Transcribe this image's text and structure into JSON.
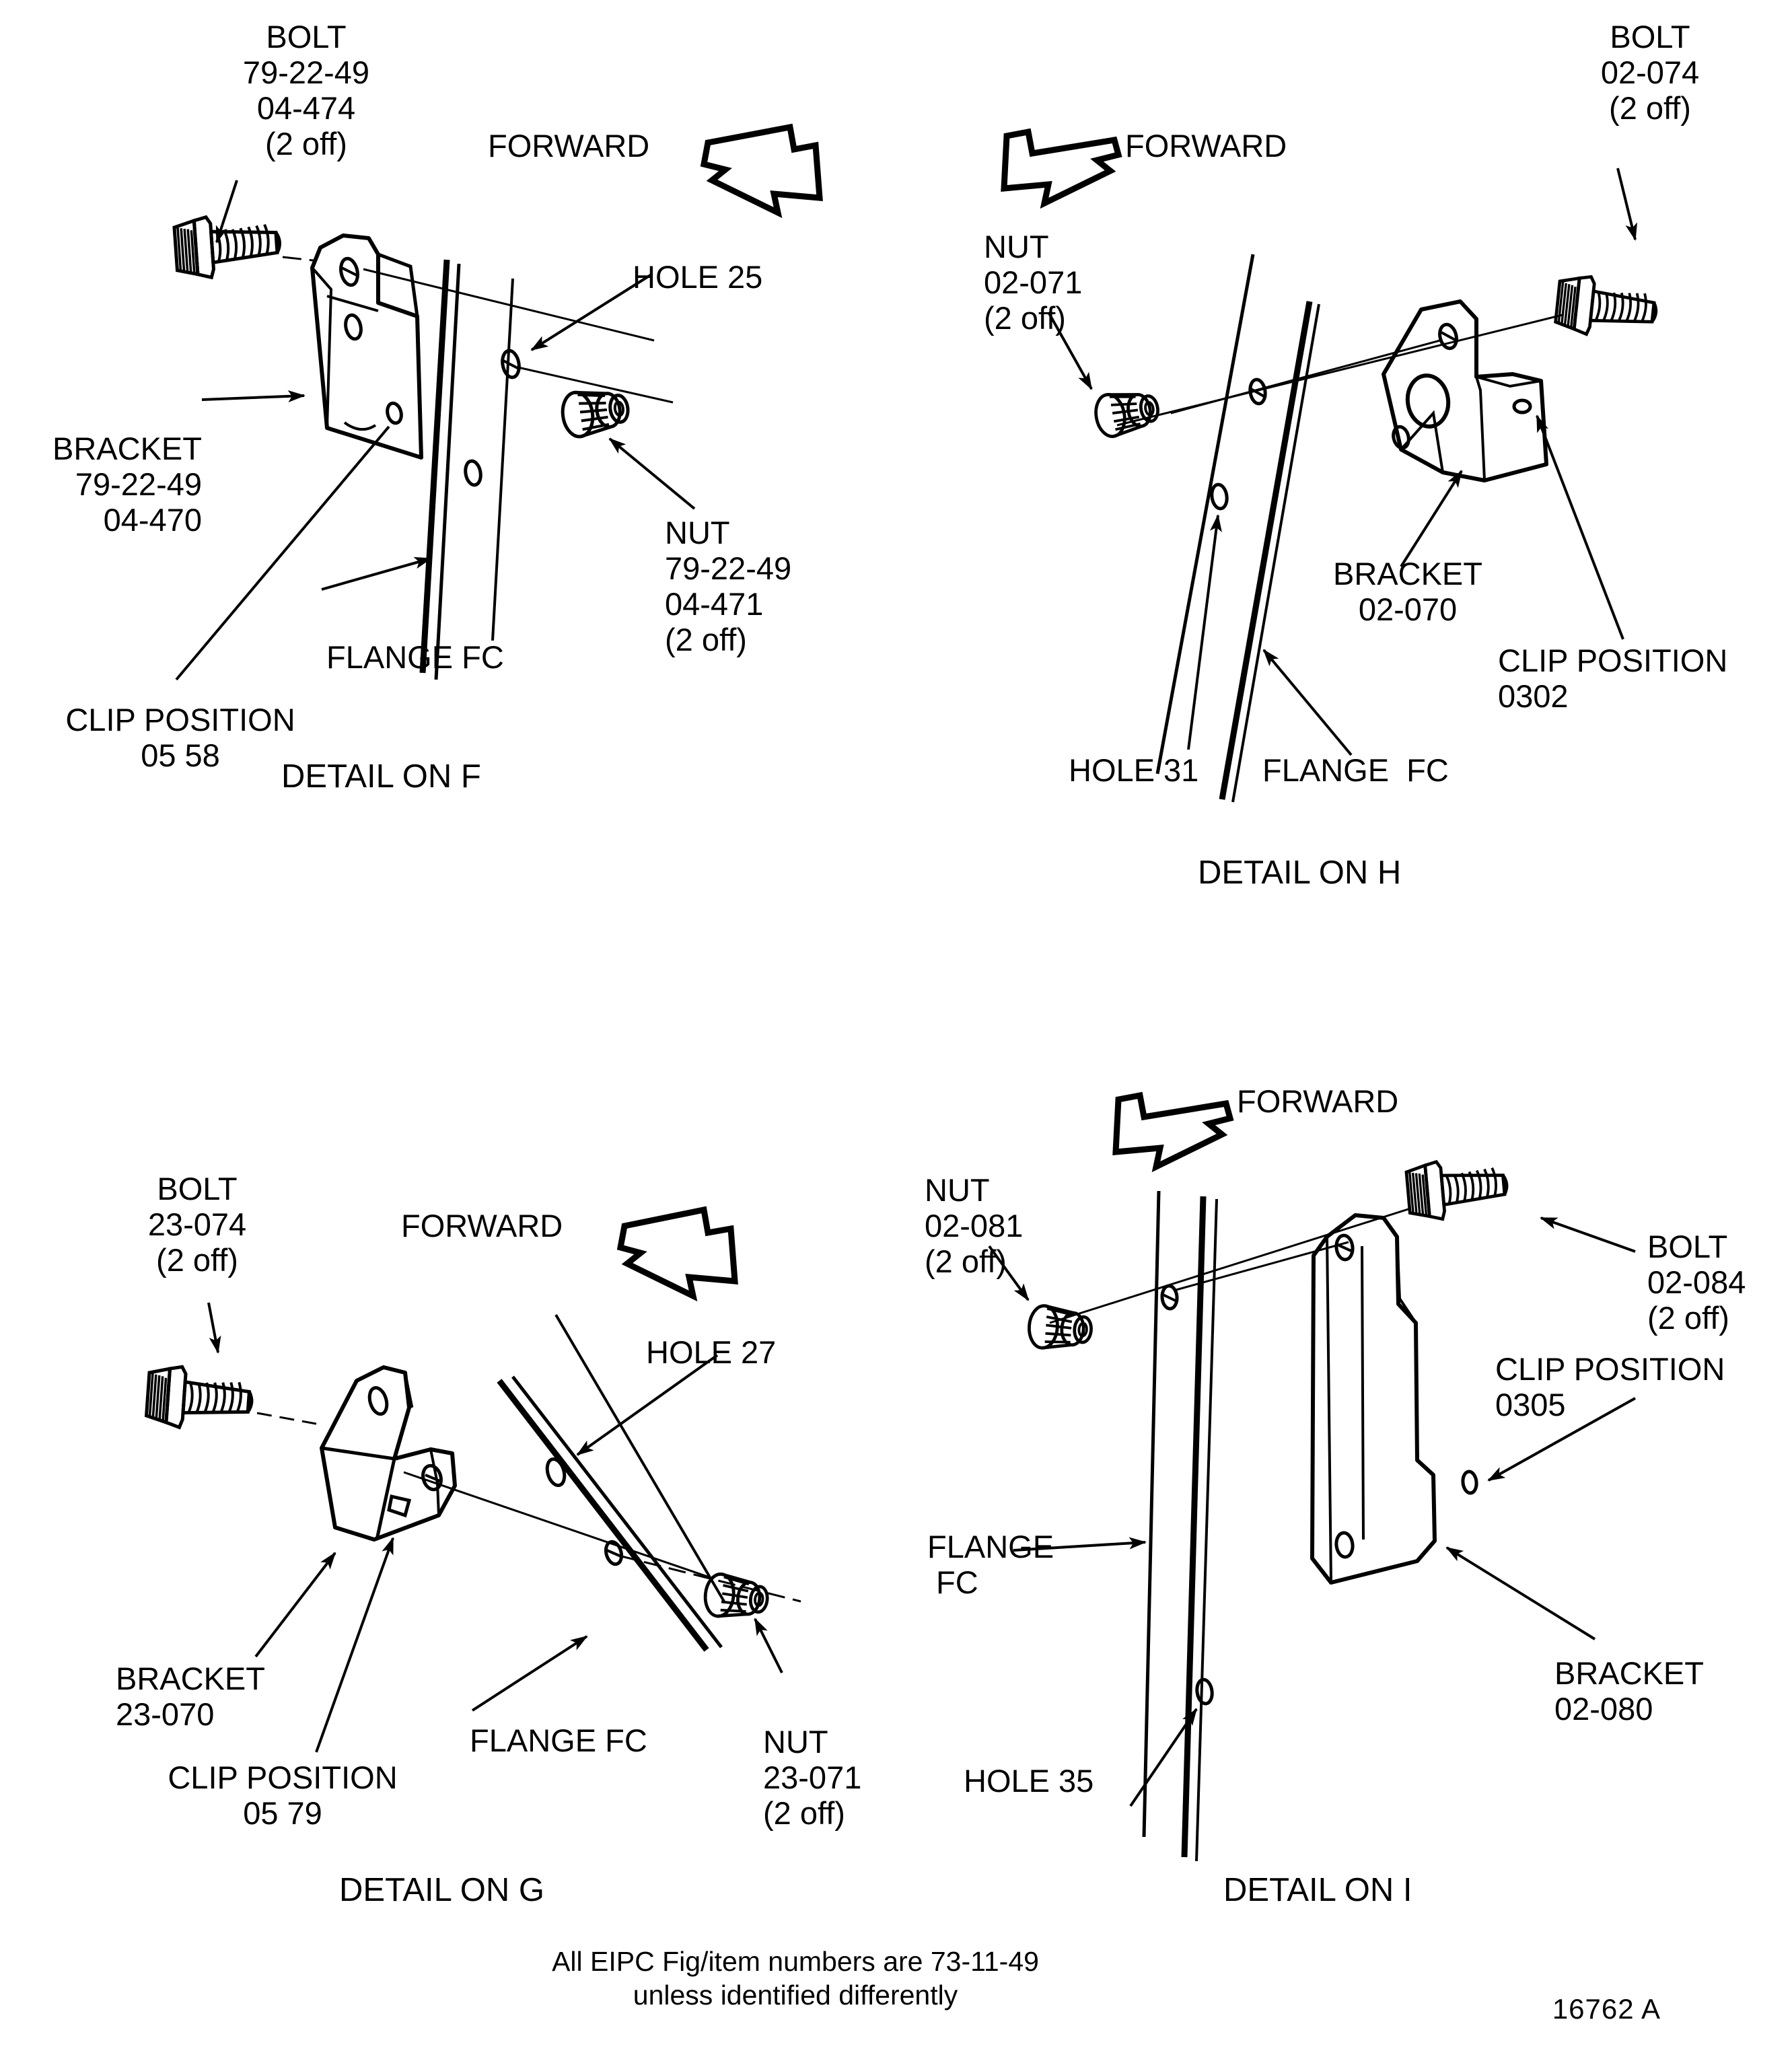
{
  "document": {
    "type": "aircraft-illustrated-parts-catalogue-detail-sheet",
    "figure_number": "16762 A",
    "footer_note_line1": "All EIPC Fig/item numbers are 73-11-49",
    "footer_note_line2": "unless identified differently"
  },
  "details": [
    {
      "id": "F",
      "caption": "DETAIL ON F",
      "forward_label": "FORWARD",
      "forward_direction": "right",
      "labels": {
        "bolt": "BOLT\n79-22-49\n04-474\n(2 off)",
        "bracket": "BRACKET\n79-22-49\n04-470",
        "clip_position": "CLIP POSITION\n05 58",
        "flange": "FLANGE FC",
        "hole": "HOLE 25",
        "nut": "NUT\n79-22-49\n04-471\n(2 off)"
      },
      "parts": {
        "bolt_part_no": "04-474",
        "bolt_fig": "79-22-49",
        "bolt_qty": "2 off",
        "bracket_part_no": "04-470",
        "bracket_fig": "79-22-49",
        "nut_part_no": "04-471",
        "nut_fig": "79-22-49",
        "nut_qty": "2 off",
        "hole_number": "25",
        "clip_position_number": "05 58",
        "flange_name": "FLANGE FC"
      }
    },
    {
      "id": "H",
      "caption": "DETAIL ON H",
      "forward_label": "FORWARD",
      "forward_direction": "left",
      "labels": {
        "bolt": "BOLT\n02-074\n(2 off)",
        "nut": "NUT\n02-071\n(2 off)",
        "bracket": "BRACKET\n02-070",
        "clip_position": "CLIP POSITION\n0302",
        "hole": "HOLE 31",
        "flange": "FLANGE  FC"
      },
      "parts": {
        "bolt_part_no": "02-074",
        "bolt_qty": "2 off",
        "nut_part_no": "02-071",
        "nut_qty": "2 off",
        "bracket_part_no": "02-070",
        "hole_number": "31",
        "clip_position_number": "0302",
        "flange_name": "FLANGE  FC"
      }
    },
    {
      "id": "G",
      "caption": "DETAIL ON G",
      "forward_label": "FORWARD",
      "forward_direction": "right",
      "labels": {
        "bolt": "BOLT\n23-074\n(2 off)",
        "bracket": "BRACKET\n23-070",
        "clip_position": "CLIP POSITION\n05 79",
        "flange": "FLANGE FC",
        "hole": "HOLE 27",
        "nut": "NUT\n23-071\n(2 off)"
      },
      "parts": {
        "bolt_part_no": "23-074",
        "bolt_qty": "2 off",
        "bracket_part_no": "23-070",
        "nut_part_no": "23-071",
        "nut_qty": "2 off",
        "hole_number": "27",
        "clip_position_number": "05 79",
        "flange_name": "FLANGE FC"
      }
    },
    {
      "id": "I",
      "caption": "DETAIL ON I",
      "forward_label": "FORWARD",
      "forward_direction": "left",
      "labels": {
        "nut": "NUT\n02-081\n(2 off)",
        "bolt": "BOLT\n02-084\n(2 off)",
        "clip_position": "CLIP POSITION\n0305",
        "bracket": "BRACKET\n02-080",
        "flange": "FLANGE\n FC",
        "hole": "HOLE 35"
      },
      "parts": {
        "nut_part_no": "02-081",
        "nut_qty": "2 off",
        "bolt_part_no": "02-084",
        "bolt_qty": "2 off",
        "bracket_part_no": "02-080",
        "clip_position_number": "0305",
        "hole_number": "35",
        "flange_name": "FLANGE FC"
      }
    }
  ],
  "colors": {
    "ink": "#000000",
    "paper": "#ffffff"
  }
}
